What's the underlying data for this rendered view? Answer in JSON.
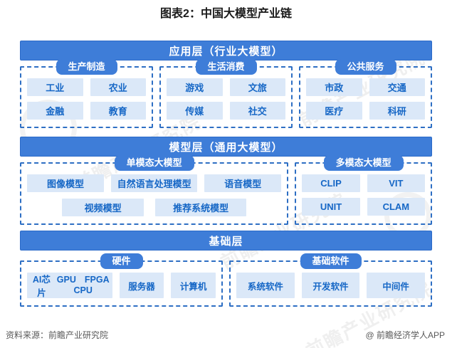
{
  "title": "图表2：中国大模型产业链",
  "watermark": {
    "text": "前瞻产业研究院"
  },
  "colors": {
    "blue": "#3e7dd8",
    "blue_dark": "#2a6ac8",
    "light_blue": "#dbe8f8",
    "item_text": "#1667c6"
  },
  "layers": {
    "app": {
      "header": "应用层（行业大模型）",
      "groups": {
        "manufacturing": {
          "label": "生产制造",
          "items": [
            "工业",
            "农业",
            "金融",
            "教育"
          ]
        },
        "consumption": {
          "label": "生活消费",
          "items": [
            "游戏",
            "文旅",
            "传媒",
            "社交"
          ]
        },
        "public": {
          "label": "公共服务",
          "items": [
            "市政",
            "交通",
            "医疗",
            "科研"
          ]
        }
      }
    },
    "model": {
      "header": "模型层（通用大模型）",
      "groups": {
        "single_modal": {
          "label": "单模态大模型",
          "row1": [
            "图像模型",
            "自然语言处理模型",
            "语音模型"
          ],
          "row2": [
            "视频模型",
            "推荐系统模型"
          ]
        },
        "multi_modal": {
          "label": "多模态大模型",
          "items": [
            "CLIP",
            "VIT",
            "UNIT",
            "CLAM"
          ]
        }
      }
    },
    "foundation": {
      "header": "基础层",
      "groups": {
        "hardware": {
          "label": "硬件",
          "chip_box": {
            "left": "AI芯片",
            "top1": "GPU",
            "top2": "FPGA",
            "bottom": "CPU"
          },
          "items": [
            "服务器",
            "计算机"
          ]
        },
        "software": {
          "label": "基础软件",
          "items": [
            "系统软件",
            "开发软件",
            "中间件"
          ]
        }
      }
    }
  },
  "footer": {
    "source": "资料来源：前瞻产业研究院",
    "credit": "@ 前瞻经济学人APP"
  }
}
